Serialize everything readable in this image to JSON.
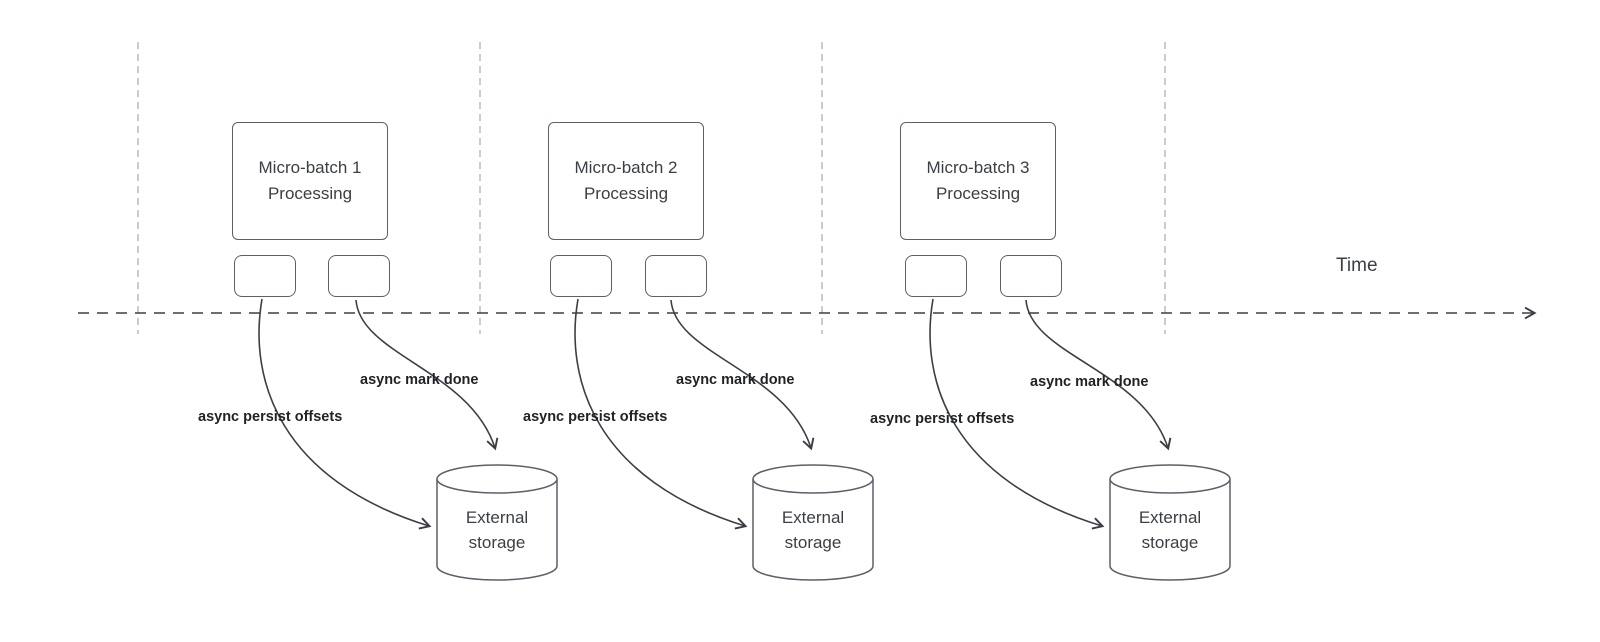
{
  "diagram": {
    "time_label": "Time",
    "groups": [
      {
        "title_line1": "Micro-batch 1",
        "title_line2": "Processing",
        "persist_label": "async persist offsets",
        "mark_done_label": "async mark done",
        "storage_line1": "External",
        "storage_line2": "storage"
      },
      {
        "title_line1": "Micro-batch 2",
        "title_line2": "Processing",
        "persist_label": "async persist offsets",
        "mark_done_label": "async mark done",
        "storage_line1": "External",
        "storage_line2": "storage"
      },
      {
        "title_line1": "Micro-batch 3",
        "title_line2": "Processing",
        "persist_label": "async persist offsets",
        "mark_done_label": "async mark done",
        "storage_line1": "External",
        "storage_line2": "storage"
      }
    ]
  }
}
